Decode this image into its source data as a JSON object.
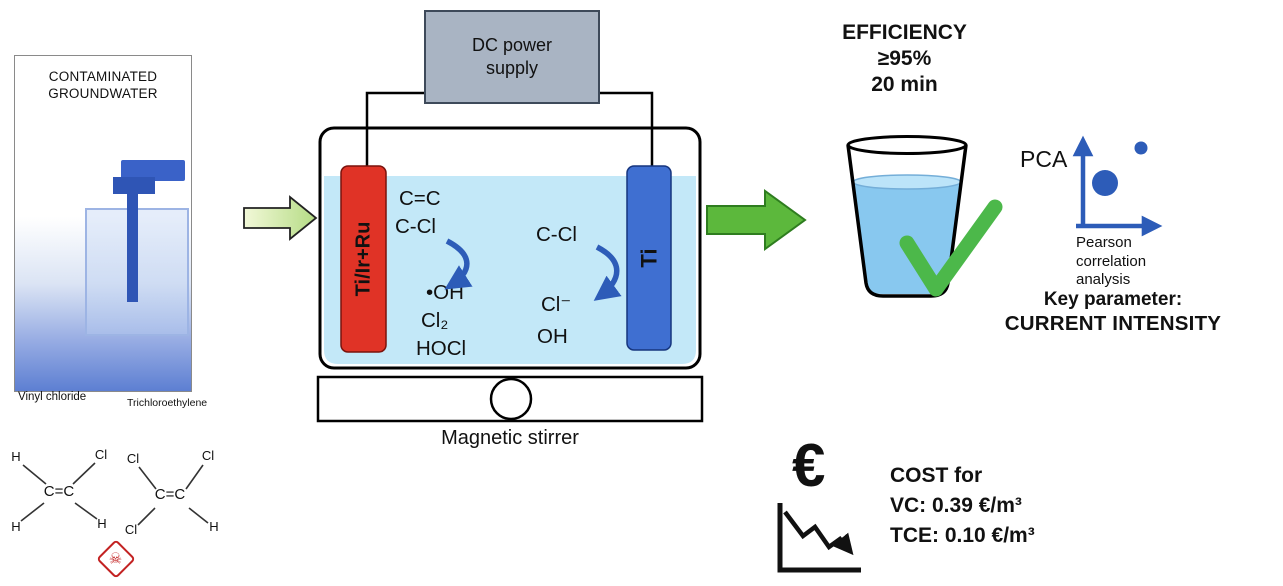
{
  "left_panel": {
    "title": "CONTAMINATED\nGROUNDWATER",
    "pollutant_1": "Vinyl chloride",
    "pollutant_2": "Trichloroethylene",
    "vc": {
      "center": "C=C",
      "tl": "H",
      "tr": "Cl",
      "bl": "H",
      "br": "H"
    },
    "tce": {
      "center": "C=C",
      "tl": "Cl",
      "tr": "Cl",
      "bl": "Cl",
      "br": "H"
    },
    "hazard_glyph": "☠"
  },
  "reactor": {
    "power_supply": "DC power\nsupply",
    "anode": "Ti/Ir+Ru",
    "cathode": "Ti",
    "anode_reactant_1": "C=C",
    "anode_reactant_2": "C-Cl",
    "anode_product_1": "•OH",
    "anode_product_2": "Cl₂",
    "anode_product_3": "HOCl",
    "cathode_reactant": "C-Cl",
    "cathode_product_1": "Cl⁻",
    "cathode_product_2": "OH",
    "stirrer": "Magnetic stirrer"
  },
  "results": {
    "efficiency": "EFFICIENCY\n≥95%\n20 min",
    "pca": "PCA",
    "pearson": "Pearson\ncorrelation\nanalysis",
    "key_parameter_label": "Key parameter:",
    "key_parameter_value": "CURRENT INTENSITY"
  },
  "cost": {
    "euro": "€",
    "text": "COST for\nVC: 0.39 €/m³\nTCE: 0.10 €/m³"
  },
  "colors": {
    "anode_red": "#e03326",
    "cathode_blue": "#3f6fd1",
    "liquid_blue": "#c3e8f8",
    "water_blue": "#88c8ef",
    "check_green": "#4cb84a",
    "arrow_green": "#5cb83c",
    "accent_blue": "#2d5cb8"
  }
}
